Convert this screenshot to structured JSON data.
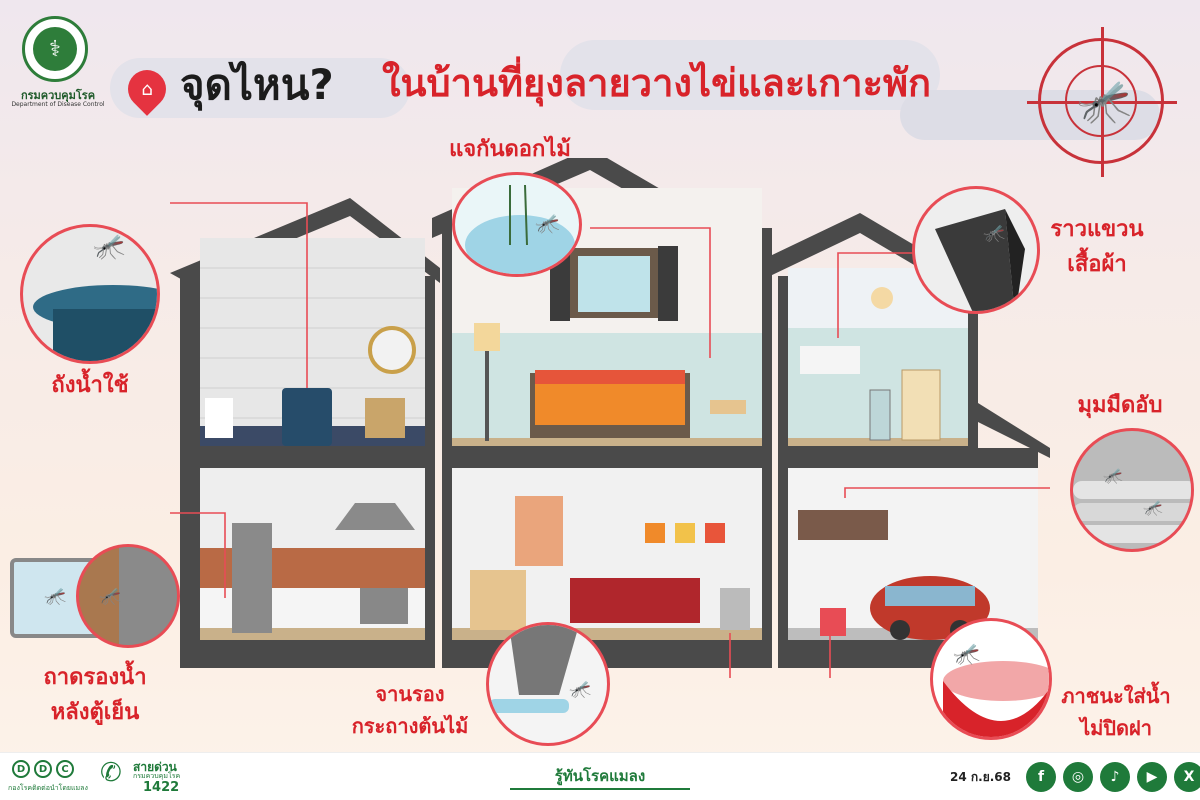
{
  "header": {
    "org_name_th": "กรมควบคุมโรค",
    "org_name_en": "Department of Disease Control",
    "title_question": "จุดไหน?",
    "title_main": "ในบ้านที่ยุงลายวางไข่และเกาะพัก"
  },
  "callouts": {
    "water_jar": "ถังน้ำใช้",
    "flower_vase": "แจกันดอกไม้",
    "clothes_hanger_line1": "ราวแขวน",
    "clothes_hanger_line2": "เสื้อผ้า",
    "dark_corner": "มุมมืดอับ",
    "fridge_tray_line1": "ถาดรองน้ำ",
    "fridge_tray_line2": "หลังตู้เย็น",
    "plant_saucer_line1": "จานรอง",
    "plant_saucer_line2": "กระถางต้นไม้",
    "open_container_line1": "ภาชนะใส่น้ำ",
    "open_container_line2": "ไม่ปิดฝา"
  },
  "footer": {
    "ddc_letters": [
      "D",
      "D",
      "C"
    ],
    "ddc_sub": "กองโรคติดต่อนำโดยแมลง",
    "hotline_label": "สายด่วน",
    "hotline_org": "กรมควบคุมโรค",
    "hotline_number": "1422",
    "slogan": "รู้ทันโรคแมลง",
    "date": "24 ก.ย.68",
    "social_icons": [
      "facebook-icon",
      "instagram-icon",
      "tiktok-icon",
      "youtube-icon",
      "x-icon"
    ]
  },
  "colors": {
    "accent_red": "#d8232a",
    "callout_border": "#e84c55",
    "brand_green": "#1f7a3a",
    "house_wall": "#4a4a4a"
  }
}
